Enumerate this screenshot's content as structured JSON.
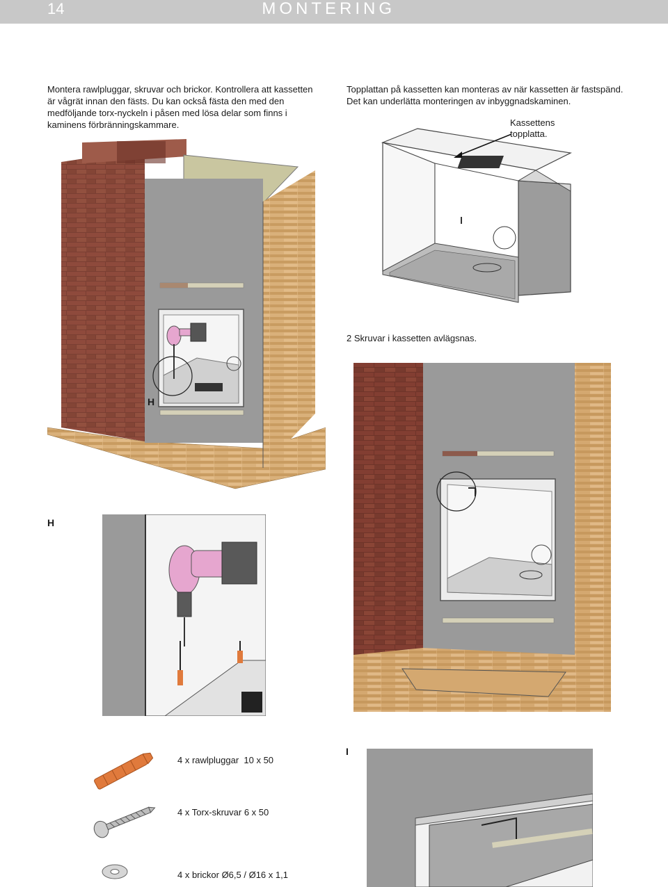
{
  "header": {
    "page_number": "14",
    "title": "MONTERING"
  },
  "intro_left": "Montera rawlpluggar, skruvar och brickor. Kontrollera att kassetten är vågrät innan den fästs. Du kan också fästa den med den medföljande torx-nyckeln i påsen med lösa delar som finns i kaminens förbränningskammare.",
  "intro_right": "Topplattan på kassetten kan monteras av när kassetten är fastspänd. Det kan underlätta monteringen av inbyggnadskaminen.",
  "callout_top_plate": [
    "Kassettens",
    "topplatta."
  ],
  "caption_screws_removed": "2 Skruvar i kassetten avlägsnas.",
  "step_labels": {
    "H_small": "H",
    "H_large": "H",
    "I_small": "I",
    "I_large": "I"
  },
  "parts": [
    {
      "label": "4 x rawlpluggar  10 x 50",
      "icon": "rawlplug-icon"
    },
    {
      "label": "4 x Torx-skruvar 6 x 50",
      "icon": "torx-screw-icon"
    },
    {
      "label": "4 x brickor Ø6,5 / Ø16 x 1,1",
      "icon": "washer-icon"
    }
  ],
  "colors": {
    "brick": "#7a3f33",
    "wood": "#d9b07a",
    "panel": "#9a9a9a",
    "header": "#c8c8c8",
    "drill": "#e6a6cf"
  }
}
